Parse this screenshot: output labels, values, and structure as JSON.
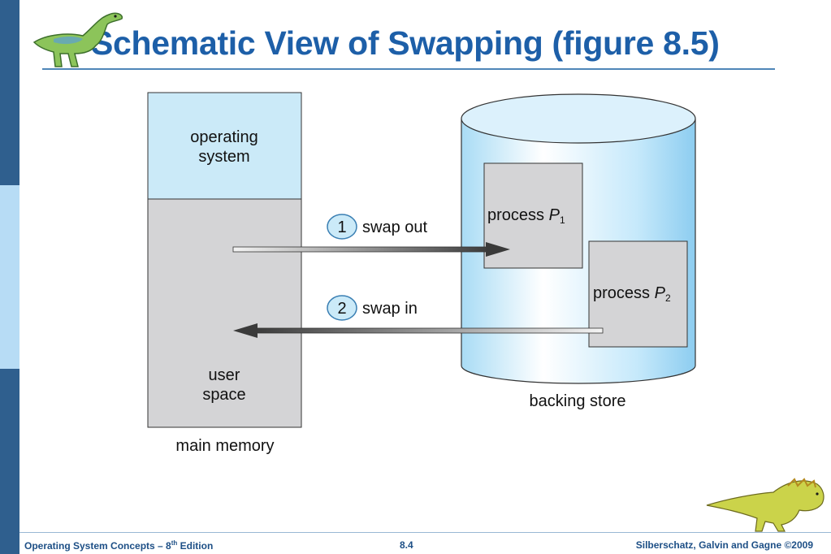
{
  "slide": {
    "title": "Schematic View of Swapping (figure 8.5)",
    "footer": {
      "book": "Operating System Concepts – 8",
      "edition_sup": "th",
      "edition_word": " Edition",
      "page": "8.4",
      "authors": "Silberschatz, Galvin and Gagne ©2009"
    },
    "logos": [
      "dinosaur-logo-icon",
      "dinosaur-footer-icon"
    ]
  },
  "diagram": {
    "main_memory": {
      "caption": "main memory",
      "os_line1": "operating",
      "os_line2": "system",
      "user_line1": "user",
      "user_line2": "space"
    },
    "backing_store": {
      "caption": "backing store",
      "p1_label": "process ",
      "p1_var": "P",
      "p1_sub": "1",
      "p2_label": "process ",
      "p2_var": "P",
      "p2_sub": "2"
    },
    "steps": [
      {
        "number": "1",
        "label": "swap out"
      },
      {
        "number": "2",
        "label": "swap in"
      }
    ],
    "colors": {
      "os_region": "#cbeaf8",
      "user_region": "#d4d4d6",
      "cylinder": "#bfe6fa",
      "process_box": "#d4d4d6",
      "step_circle": "#cbeaf8"
    }
  }
}
